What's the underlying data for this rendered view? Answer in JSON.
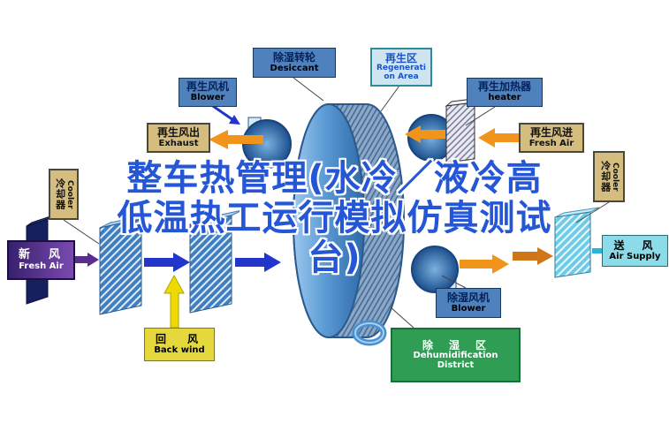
{
  "watermark": {
    "lines": [
      "整车热管理(水冷／液冷高",
      "低温热工运行模拟仿真测试",
      "台)"
    ]
  },
  "labels": {
    "desiccant": {
      "zh": "除湿转轮",
      "en": "Desiccant"
    },
    "regeneration_area": {
      "zh": "再生区",
      "en": "Regeneration Area"
    },
    "regen_blower": {
      "zh": "再生风机",
      "en": "Blower"
    },
    "regen_heater": {
      "zh": "再生加热器",
      "en": "heater"
    },
    "regen_exhaust": {
      "zh": "再生风出",
      "en": "Exhaust"
    },
    "regen_fresh_air": {
      "zh": "再生风进",
      "en": "Fresh Air"
    },
    "cooler_left": {
      "zh": "冷却器",
      "en": "Cooler"
    },
    "cooler_right": {
      "zh": "冷却器",
      "en": "Cooler"
    },
    "fresh_air": {
      "zh": "新　风",
      "en": "Fresh Air"
    },
    "air_supply": {
      "zh": "送　风",
      "en": "Air Supply"
    },
    "back_wind": {
      "zh": "回　风",
      "en": "Back wind"
    },
    "dehumid_blower": {
      "zh": "除湿风机",
      "en": "Blower"
    },
    "dehumid_district": {
      "zh": "除　湿　区",
      "en": "Dehumidification District"
    }
  },
  "colors": {
    "watermark-blue": "#2456d6",
    "arrow-orange": "#f0941c",
    "arrow-orange-dark": "#d0761a",
    "arrow-blue": "#2236cc",
    "arrow-yellow": "#eeda00",
    "arrow-purple": "#5b2d8e",
    "arrow-cyan": "#2ab4d8",
    "label-blue": "#4f81bd",
    "label-tan": "#d4bd7e",
    "label-yellow": "#e5d83c",
    "label-green": "#2f9e54",
    "label-cyan": "#8bdbe8",
    "label-purple-dark": "#38206e",
    "label-purple-light": "#7a4aae",
    "wheel-blue": "#4a90d0"
  }
}
